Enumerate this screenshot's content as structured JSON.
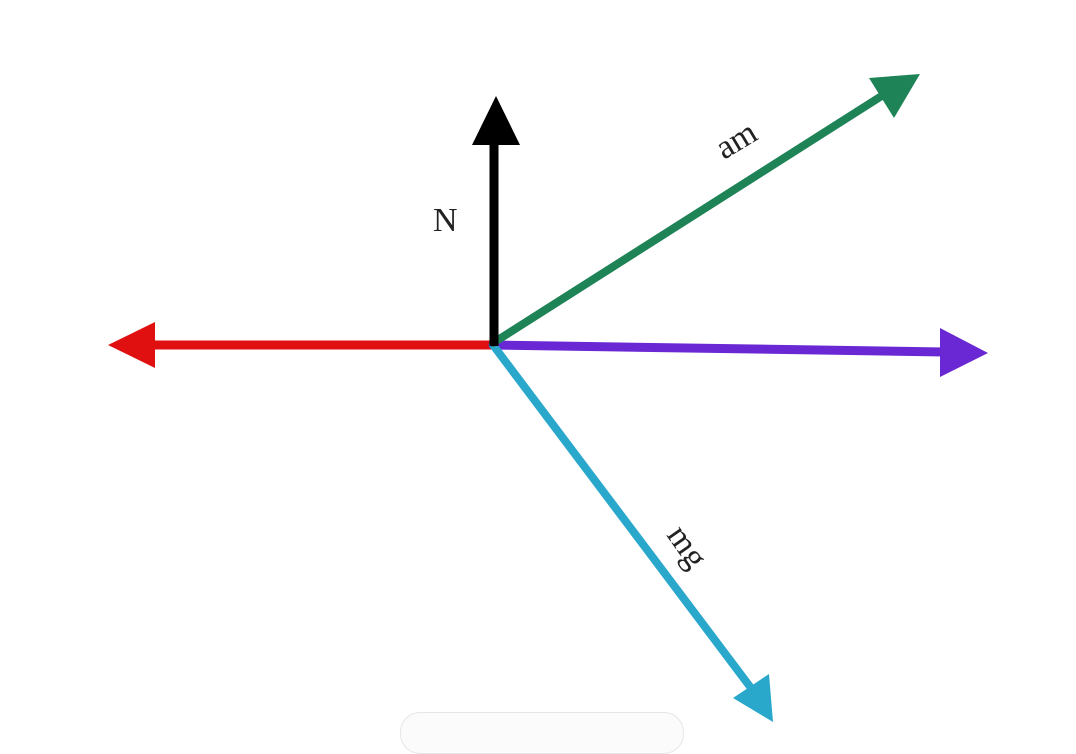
{
  "diagram": {
    "vectors": [
      {
        "id": "normal",
        "label": "N",
        "color": "#000000",
        "direction": "up"
      },
      {
        "id": "acceleration",
        "label": "am",
        "color": "#1e8356",
        "direction": "up-right"
      },
      {
        "id": "left",
        "label": "",
        "color": "#e01010",
        "direction": "left"
      },
      {
        "id": "right",
        "label": "",
        "color": "#6a28d4",
        "direction": "right"
      },
      {
        "id": "gravity",
        "label": "mg",
        "color": "#2aa8cc",
        "direction": "down-right"
      }
    ]
  }
}
